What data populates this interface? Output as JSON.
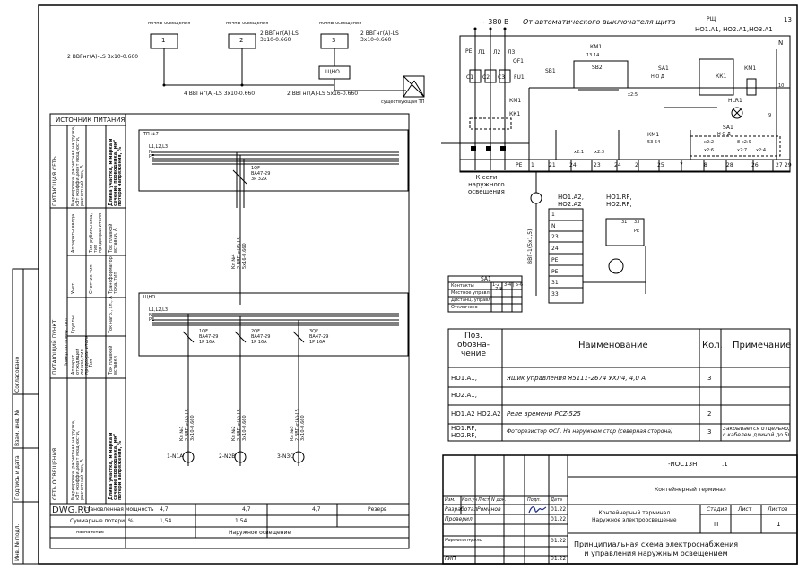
{
  "sheet_number": "13",
  "left_top": {
    "night_light_1": "ночны освещения",
    "night_light_2": "ночны освещения",
    "night_light_3": "ночны освещения",
    "box_1": "1",
    "box_2": "2",
    "box_3": "3",
    "box_shno": "ЩНО",
    "cable_left": "2 ВВГнг(А)-LS 3х10-0.660",
    "cable_2": "2 ВВГнг(А)-LS\n3х10-0.660",
    "cable_3": "2 ВВГнг(А)-LS\n3х10-0.660",
    "cable_bottom_left": "4 ВВГнг(А)-LS 3х10-0.660",
    "cable_bottom_right": "2 ВВГнг(А)-LS 5х16-0.660",
    "tp_label": "существующая ТП"
  },
  "left_table": {
    "source": "ИСТОЧНИК ПИТАНИЯ",
    "supply_net": "ПИТАЮЩАЯ СЕТЬ",
    "supply_point": "ПИТАЮЩИЙ ПУНКТ",
    "light_net": "СЕТЬ ОСВЕЩЕНИЯ",
    "col_marking": "Маркировка, расчетная нагрузка, кВт коэффициент мощности, расчетный ток, А",
    "col_length": "Длина участка, м марка и сечение проводника, мм² потери напряжения, %",
    "col_apparatus": "Аппараты ввода",
    "col_rubilnik": "Тип рубильника, тип предохранителя",
    "col_fuse_current": "Ток плавкой вставки, А",
    "col_uchet": "Учет",
    "col_counter": "Счетчик тип",
    "col_transformer": "Трансформатор тока, тип",
    "col_number_plan": "Номер по плану, тип",
    "col_groups": "Группы",
    "col_apparatus_out": "Аппарат отходящей линии, тип предохранителя",
    "col_type": "Тип",
    "col_current": "Ток нагр., эл., А",
    "col_fuse2": "Ток плавкой вставки"
  },
  "schematic": {
    "tp_number": "ТП №7",
    "bus_tp": "L1,L2,L3\nN\nPE",
    "qf_main": "1QF\nВА47-29\n3Р 32А",
    "cable_main": "Кл №4\n2 ВВГнг(А)-LS\n5х16-0.660",
    "shno": "ЩНО",
    "bus_shno": "L1,L2,L3\nN\nPE",
    "qf1": "1QF\nВА47-29\n1Р 16А",
    "qf2": "2QF\nВА47-29\n1Р 16А",
    "qf3": "3QF\nВА47-29\n1Р 16А",
    "line1_cable": "Кл №1\n2 ВВГнг(А)-LS\n3х10-0.660",
    "line2_cable": "Кл №2\n2 ВВГнг(А)-LS\n3х10-0.660",
    "line3_cable": "Кл №3\n2 ВВГнг(А)-LS\n3х10-0.660",
    "end1": "1-N1A",
    "end2": "2-N2B",
    "end3": "3-N3C"
  },
  "bottom_rows": {
    "label1": "Установленная мощность",
    "label2": "Суммарные потери, %",
    "label3": "назначение",
    "v1a": "4,7",
    "v1b": "4,7",
    "v1c": "4,7",
    "v1d": "Резерв",
    "v2a": "1,54",
    "v2b": "1,54",
    "purpose": "Наружное освещение"
  },
  "watermark": "DWG.RU",
  "sidebar": {
    "soglasovano": "Согласовано",
    "vzam": "Взам. инв. №",
    "podpis": "Подпись и дата",
    "inv": "Инв. № подл."
  },
  "right_schematic": {
    "voltage": "~ 380 В",
    "from_auto": "От автоматического выключателя щита",
    "rshch": "РЩ",
    "ho_refs": "НО1.А1, НО2.А1,НО3.А1",
    "n": "N",
    "pe": "PE",
    "l1": "Л1",
    "l2": "Л2",
    "l3": "Л3",
    "qf1": "QF1",
    "fu1": "FU1",
    "c1": "С1",
    "c2": "С2",
    "c3": "С3",
    "km1a": "КМ1",
    "kk1": "КК1",
    "sb1": "SB1",
    "sb2": "SB2",
    "km1_top": "КМ1",
    "km1_nums": "13    14",
    "sa1": "SA1",
    "sa1_pos": "Н  О  Д",
    "x2_5": "х2:5",
    "kk1_right": "КК1",
    "km1_right": "КМ1",
    "hlr1": "HLR1",
    "n9": "9",
    "n10": "10",
    "km1_mid": "КМ1",
    "km1_mid_nums": "53   54",
    "sa1_mid": "SA1",
    "sa1_mid_pos": "Н  О  Д",
    "x2_1": "х2:1",
    "x2_3": "х2:3",
    "x2_2": "х2:2",
    "x2_4": "х2:4",
    "x2_6": "х2:6",
    "x2_8": "8 х2:9",
    "x2_7": "х2:7",
    "term_row": [
      "PE",
      "1",
      "21",
      "24",
      "23",
      "24",
      "2",
      "25",
      "7",
      "8",
      "28",
      "26",
      "27",
      "29"
    ],
    "k_seti": "К сети\nнаружного\nосвещения",
    "ho1a2": "НО1.А2,\nНО2.А2",
    "ho1rf": "НО1.RF,\nНО2.RF,",
    "cable_vvg": "ВВГ-1(5х1,5)",
    "terms_block": [
      "1",
      "N",
      "23",
      "24",
      "PE",
      "PE",
      "31",
      "33"
    ],
    "t31": "31",
    "t33": "33",
    "tpe": "PE"
  },
  "sa1_table": {
    "title": "SA1",
    "head": "Контакты",
    "rows": [
      "Местное управл.",
      "Дистанц. управл.",
      "Отключено"
    ],
    "cols": "1-2 | 3-4 | 5-6\n  7-8"
  },
  "spec_table": {
    "h_pos": "Поз.\nобозна-\nчение",
    "h_name": "Наименование",
    "h_qty": "Кол.",
    "h_note": "Примечание",
    "rows": [
      {
        "pos": "НО1.А1,",
        "name": "Ящик управления Я5111-2674 УХЛ4, 4,0 А",
        "qty": "3",
        "note": ""
      },
      {
        "pos": "НО2.А1,",
        "name": "",
        "qty": "",
        "note": ""
      },
      {
        "pos": "НО1.А2  НО2.А2",
        "name": "Реле времени РСZ-525",
        "qty": "2",
        "note": ""
      },
      {
        "pos": "НО1.RF,\nНО2.RF,",
        "name": "Фоторезистор  ФСГ.   На наружном стор (северная сторона)",
        "qty": "3",
        "note": "Закрывается отдельно,\nс кабелем длиной до 50м"
      }
    ]
  },
  "title_block": {
    "code": "-ИОС13Н",
    "code_sfx": ".1",
    "object": "Контейнерный терминал",
    "h_izm": "Изм.",
    "h_kol": "Кол.уч",
    "h_list": "Лист",
    "h_ndok": "N док.",
    "h_podp": "Подп.",
    "h_data": "Дата",
    "r1_role": "Разработал",
    "r1_name": "Романов",
    "r1_date": "01.22",
    "r2_role": "Проверил",
    "r2_date": "01.22",
    "r3_role": "Нормоконтроль",
    "r3_date": "01.22",
    "r4_role": "ГИП",
    "r4_date": "01.22",
    "desc": "Контейнерный терминал\nНаружное электроосвещение",
    "stage_h": "Стадия",
    "sheet_h": "Лист",
    "sheets_h": "Листов",
    "stage": "П",
    "sheets": "1",
    "drawing_title": "Принципиальная схема электроснабжения\nи управления наружным освещением"
  }
}
